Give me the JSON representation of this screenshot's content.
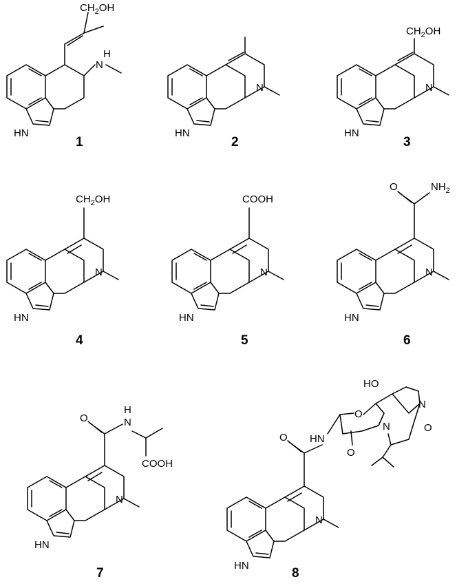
{
  "compounds": [
    {
      "number": "1",
      "substituent": "CH2OH",
      "sub_parts": [
        "CH",
        "2",
        "OH"
      ],
      "amine": "N",
      "amine_h": "H",
      "indole_nh": "HN"
    },
    {
      "number": "2",
      "amine": "N",
      "indole_nh": "HN"
    },
    {
      "number": "3",
      "substituent": "CH2OH",
      "sub_parts": [
        "CH",
        "2",
        "OH"
      ],
      "amine": "N",
      "indole_nh": "HN"
    },
    {
      "number": "4",
      "substituent": "CH2OH",
      "sub_parts": [
        "CH",
        "2",
        "OH"
      ],
      "amine": "N",
      "indole_nh": "HN"
    },
    {
      "number": "5",
      "substituent": "COOH",
      "amine": "N",
      "indole_nh": "HN"
    },
    {
      "number": "6",
      "substituent": "NH2",
      "sub_parts": [
        "O",
        "NH",
        "2"
      ],
      "amine": "N",
      "indole_nh": "HN"
    },
    {
      "number": "7",
      "labels": [
        "O",
        "N",
        "H",
        "COOH"
      ],
      "amine": "N",
      "indole_nh": "HN"
    },
    {
      "number": "8",
      "labels": [
        "O",
        "HN",
        "HO",
        "O",
        "N",
        "N",
        "O",
        "O"
      ],
      "amine": "N",
      "indole_nh": "HN"
    }
  ],
  "colors": {
    "ink": "#000000",
    "background": "#ffffff"
  }
}
